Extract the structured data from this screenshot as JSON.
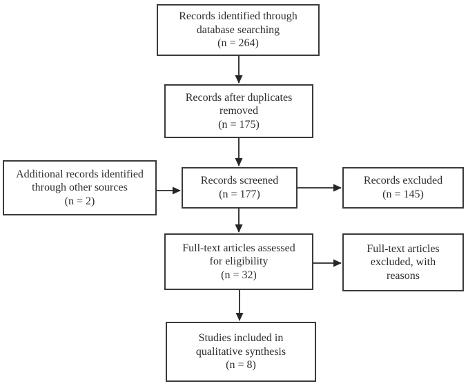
{
  "diagram_type": "flow-diagram",
  "colors": {
    "background": "#ffffff",
    "box_border": "#3a3a3a",
    "text": "#2d2d2d",
    "arrow": "#262626"
  },
  "boxes": {
    "identified": {
      "text": "Records identified through\ndatabase searching\n(n = 264)",
      "n": 264
    },
    "duplicates_removed": {
      "text": "Records after duplicates\nremoved\n(n = 175)",
      "n": 175
    },
    "additional_sources": {
      "text": "Additional records identified\nthrough other sources\n(n = 2)",
      "n": 2
    },
    "screened": {
      "text": "Records screened\n(n = 177)",
      "n": 177
    },
    "excluded": {
      "text": "Records excluded\n(n = 145)",
      "n": 145
    },
    "fulltext_assessed": {
      "text": "Full-text articles assessed\nfor eligibility\n(n = 32)",
      "n": 32
    },
    "fulltext_excluded": {
      "text": "Full-text articles\nexcluded, with\nreasons"
    },
    "included_qualitative": {
      "text": "Studies included in\nqualitative synthesis\n(n = 8)",
      "n": 8
    }
  }
}
